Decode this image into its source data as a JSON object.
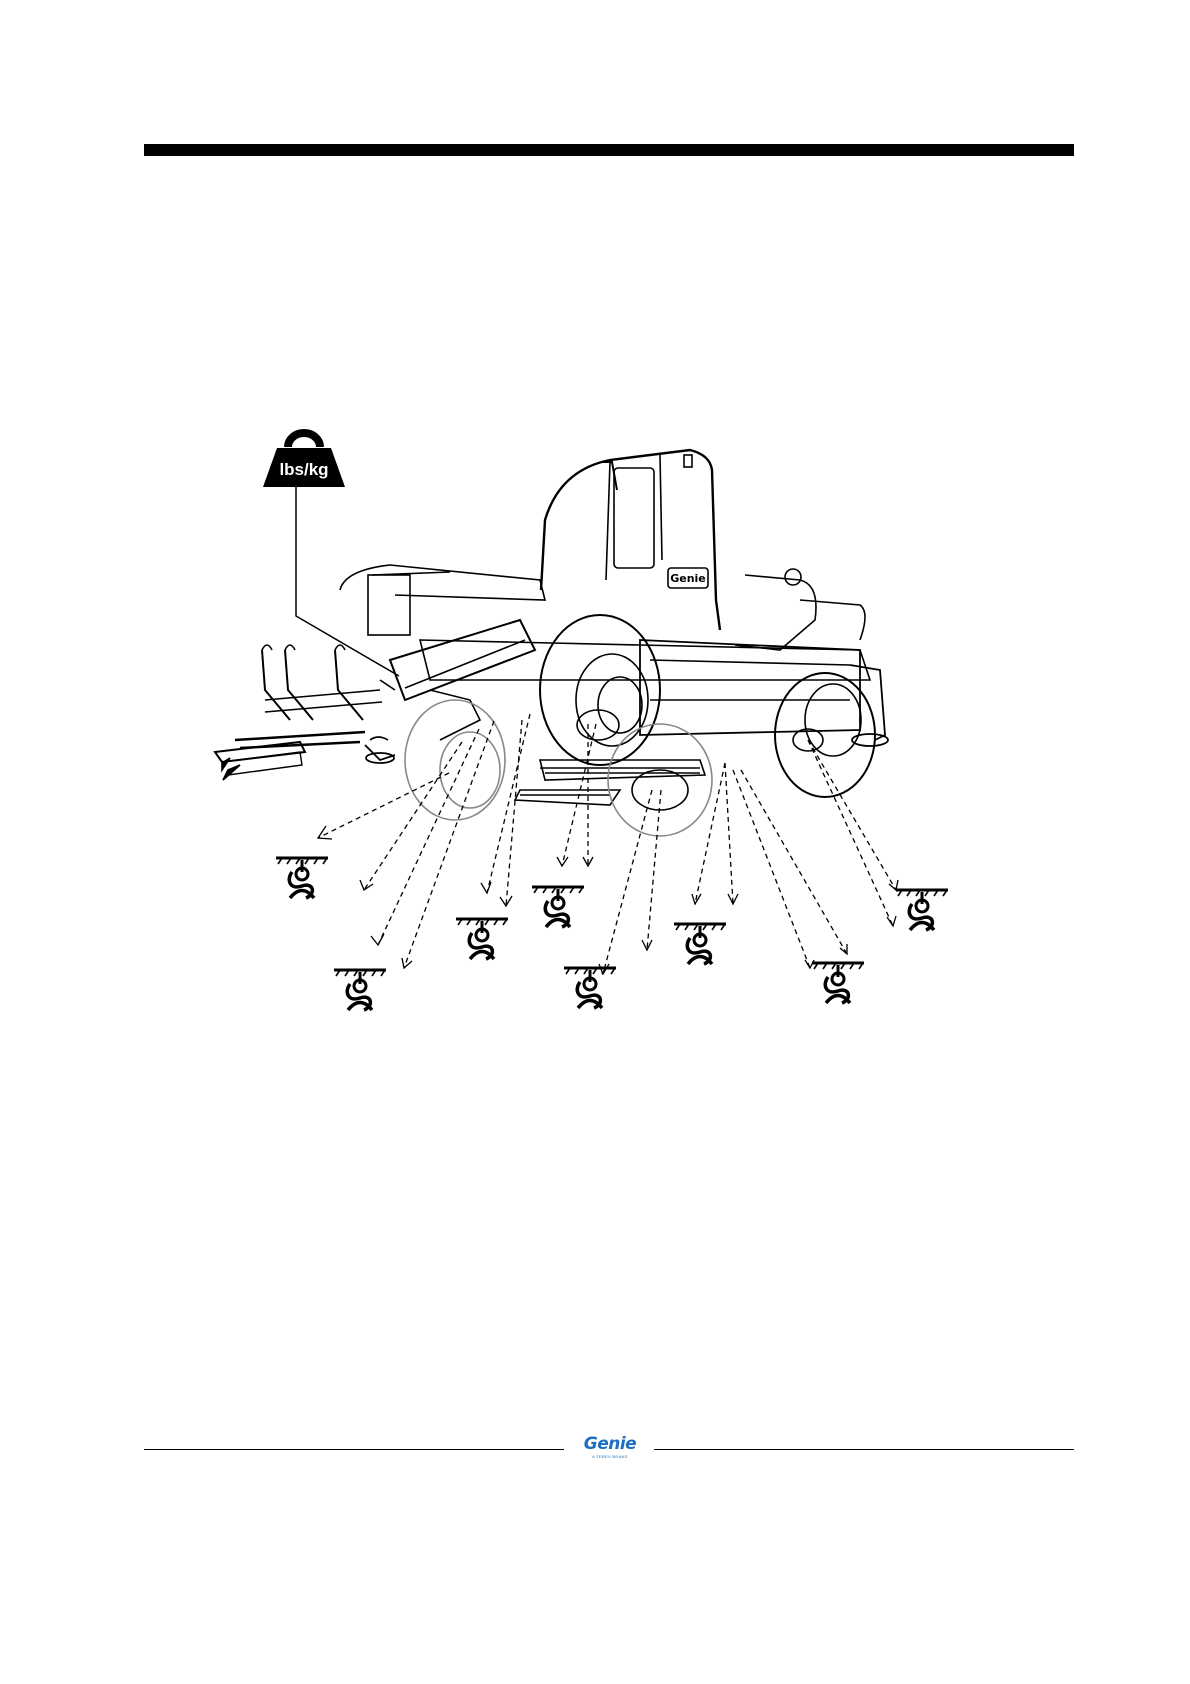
{
  "weight_icon": {
    "label": "lbs/kg",
    "icon": "weight-icon"
  },
  "tie_down_icon": "tie-down-point-icon",
  "footer": {
    "logo_text": "Genie",
    "logo_subtext": "A TEREX BRAND"
  },
  "colors": {
    "ink": "#000000",
    "brand_blue": "#1a6fc0",
    "wheel_gray": "#888888"
  }
}
